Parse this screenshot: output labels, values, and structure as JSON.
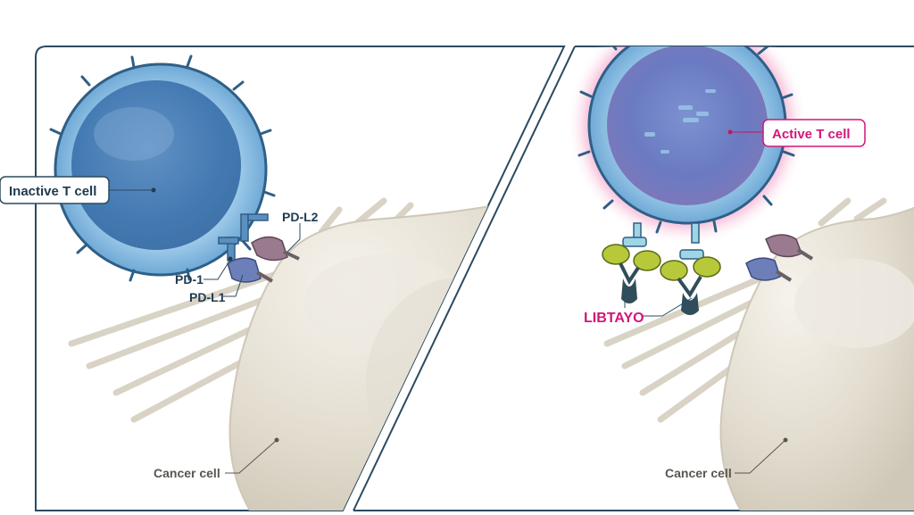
{
  "left_panel": {
    "tcell_label": "Inactive T cell",
    "pdl2_label": "PD-L2",
    "pd1_label": "PD-1",
    "pdl1_label": "PD-L1",
    "cancer_label": "Cancer cell"
  },
  "right_panel": {
    "tcell_label": "Active T cell",
    "drug_label": "LIBTAYO",
    "cancer_label": "Cancer cell"
  },
  "colors": {
    "frame": "#2b4a5f",
    "tcell_blue": "#7fb6dc",
    "active_glow": "#e9559a",
    "drug_label": "#d4157a",
    "antibody_green": "#b7c93a",
    "antibody_dark": "#2f4d5a",
    "cancer_cell": "#e6e1d6",
    "pdl2": "#9a7a8e",
    "pdl1": "#6c7fb8"
  }
}
